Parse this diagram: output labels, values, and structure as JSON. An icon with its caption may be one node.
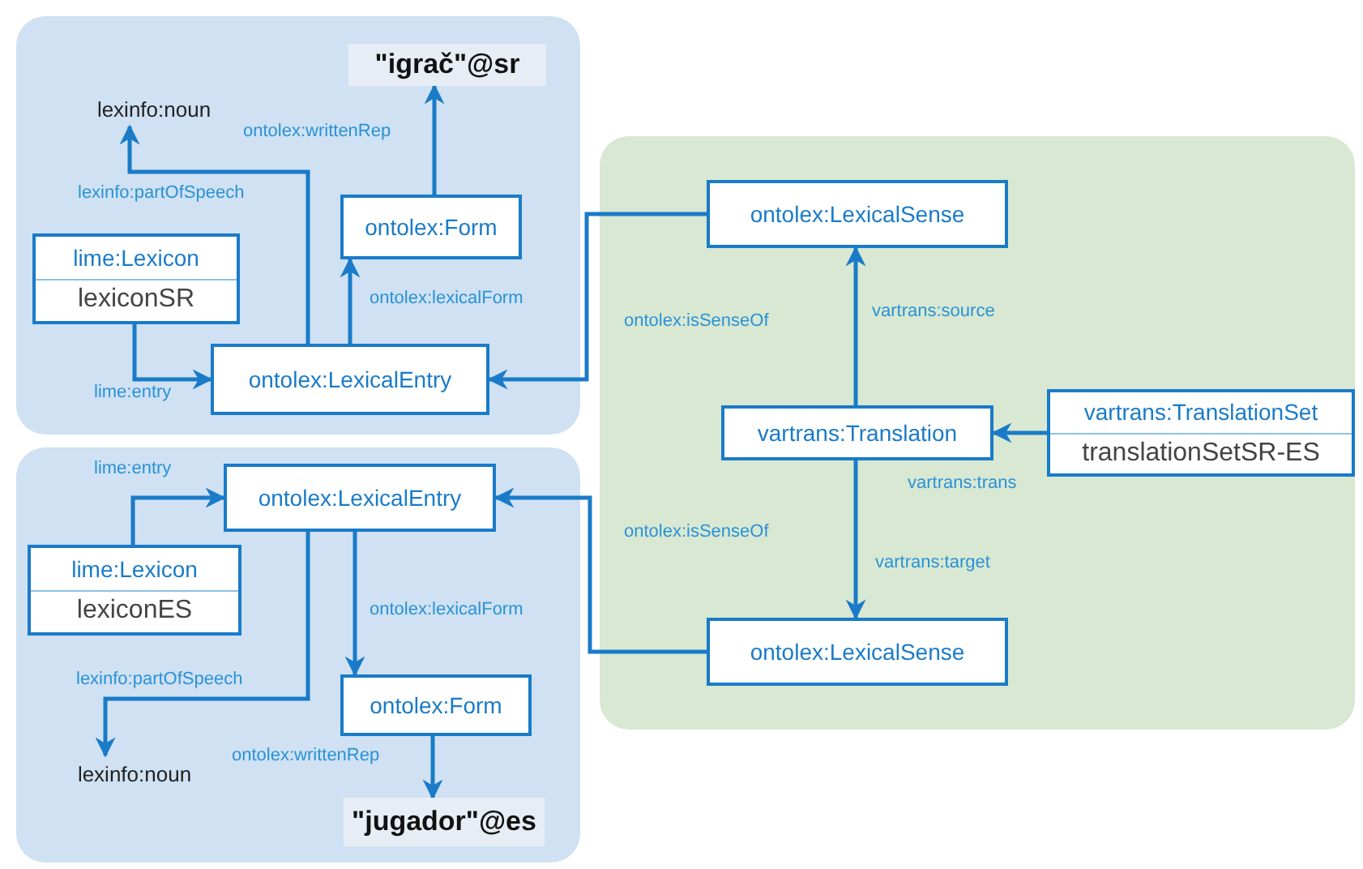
{
  "diagram": {
    "nodes": [
      {
        "text": [],
        "shape": "box"
      },
      {
        "text": [
          "lexinfo:noun"
        ],
        "in": 0
      },
      {
        "text": [
          "\"igrač\"@sr"
        ],
        "in": 0
      },
      {
        "text": [
          "ontolex:Form"
        ],
        "in": 0
      },
      {
        "text": [
          "lime:Lexicon",
          "lexiconSR"
        ],
        "in": 0
      },
      {
        "text": [
          "ontolex:LexicalEntry"
        ],
        "in": 0
      },
      {
        "text": [],
        "shape": "box"
      },
      {
        "text": [
          "ontolex:LexicalEntry"
        ],
        "in": 6
      },
      {
        "text": [
          "lime:Lexicon",
          "lexiconES"
        ],
        "in": 6
      },
      {
        "text": [
          "ontolex:Form"
        ],
        "in": 6
      },
      {
        "text": [
          "lexinfo:noun"
        ],
        "in": 6
      },
      {
        "text": [
          "\"jugador\"@es"
        ],
        "in": 6
      },
      {
        "text": [],
        "shape": "box"
      },
      {
        "text": [
          "ontolex:LexicalSense"
        ],
        "in": 12
      },
      {
        "text": [
          "vartrans:Translation"
        ],
        "in": 12
      },
      {
        "text": [
          "vartrans:TranslationSet",
          "translationSetSR-ES"
        ],
        "in": 12
      },
      {
        "text": [
          "ontolex:LexicalSense"
        ],
        "in": 12
      }
    ],
    "edges": [
      {
        "from": 5,
        "to": 1,
        "arrow": "to",
        "label": "lexinfo:partOfSpeech"
      },
      {
        "from": 3,
        "to": 2,
        "arrow": "to",
        "label": "ontolex:writtenRep"
      },
      {
        "from": 5,
        "to": 3,
        "arrow": "to",
        "label": "ontolex:lexicalForm"
      },
      {
        "from": 4,
        "to": 5,
        "arrow": "to",
        "label": "lime:entry"
      },
      {
        "from": 13,
        "to": 5,
        "arrow": "to",
        "label": "ontolex:isSenseOf"
      },
      {
        "from": 14,
        "to": 13,
        "arrow": "to",
        "label": "vartrans:source"
      },
      {
        "from": 15,
        "to": 14,
        "arrow": "to",
        "label": "vartrans:trans"
      },
      {
        "from": 14,
        "to": 16,
        "arrow": "to",
        "label": "vartrans:target"
      },
      {
        "from": 16,
        "to": 7,
        "arrow": "to",
        "label": "ontolex:isSenseOf"
      },
      {
        "from": 8,
        "to": 7,
        "arrow": "to",
        "label": "lime:entry"
      },
      {
        "from": 7,
        "to": 10,
        "arrow": "to",
        "label": "lexinfo:partOfSpeech"
      },
      {
        "from": 7,
        "to": 9,
        "arrow": "to",
        "label": "ontolex:lexicalForm"
      },
      {
        "from": 9,
        "to": 11,
        "arrow": "to",
        "label": "ontolex:writtenRep"
      }
    ]
  }
}
